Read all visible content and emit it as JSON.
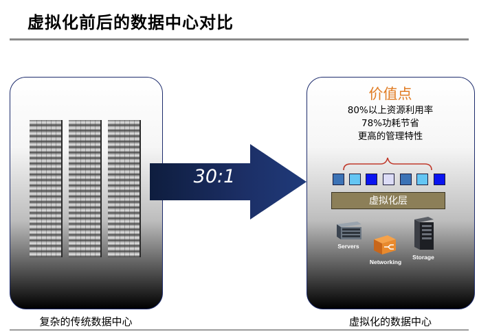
{
  "title": "虚拟化前后的数据中心对比",
  "left": {
    "caption": "复杂的传统数据中心"
  },
  "arrow": {
    "ratio": "30:1"
  },
  "right": {
    "caption": "虚拟化的数据中心",
    "value_title": "价值点",
    "value_points": [
      "80%以上资源利用率",
      "78%功耗节省",
      "更高的管理特性"
    ],
    "virtual_layer": "虚拟化层",
    "vm_colors": [
      "#3c73b6",
      "#64c6f4",
      "#0a14f0",
      "#dcdcf6",
      "#3c73b6",
      "#64c6f4",
      "#0a14f0"
    ],
    "hardware": {
      "servers": "Servers",
      "networking": "Networking",
      "storage": "Storage"
    }
  },
  "colors": {
    "value_title": "#e07b22",
    "arrow": "#1c2f66",
    "layer": "#8c7f58"
  }
}
